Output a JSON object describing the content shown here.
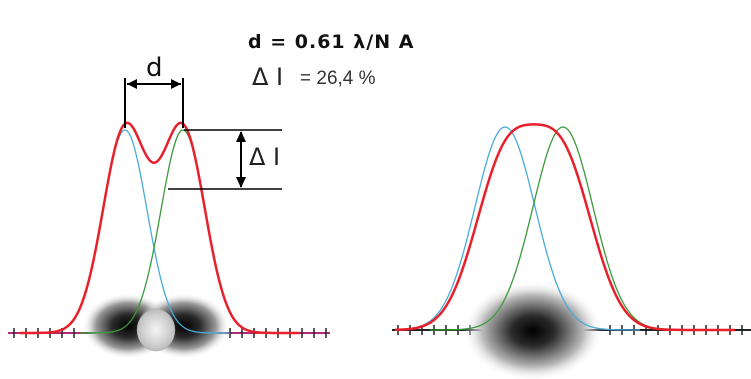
{
  "formula": "d = 0.61 λ/N A",
  "contrast_symbol": "Δ I",
  "contrast_value": "= 26,4 %",
  "separation_label": "d",
  "dip_label": "Δ I",
  "colors": {
    "sum_curve": "#e8202a",
    "left_psf": "#4aaad8",
    "right_psf": "#3a9a3a",
    "axis": "#222222",
    "axis_left_tint": "#b02a7a"
  }
}
